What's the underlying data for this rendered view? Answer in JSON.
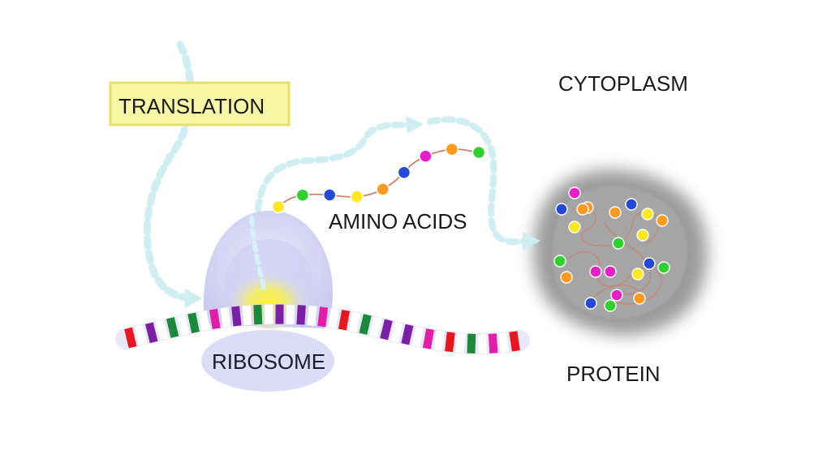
{
  "labels": {
    "translation": "TRANSLATION",
    "cytoplasm": "CYTOPLASM",
    "amino_acids": "AMINO ACIDS",
    "ribosome": "RIBOSOME",
    "protein": "PROTEIN"
  },
  "colors": {
    "label_box_fill": "#f7f7a6",
    "label_box_stroke": "#e6e06a",
    "arrow": "#cfeef2",
    "ribosome": "#dcdcf7",
    "ribosome_glow": "#fff23a",
    "protein_cloud": "#9a9a9a",
    "chain": "#c9826f"
  },
  "mrna_codons": [
    "#e8161f",
    "#ffffff",
    "#7a1fa6",
    "#ffffff",
    "#1a8a3a",
    "#ffffff",
    "#1a8a3a",
    "#ffffff",
    "#e21ea8",
    "#ffffff",
    "#7a1fa6",
    "#ffffff",
    "#1a8a3a",
    "#ffffff",
    "#7a1fa6",
    "#ffffff",
    "#7a1fa6",
    "#ffffff",
    "#e21ea8",
    "#ffffff",
    "#e8161f",
    "#ffffff",
    "#1a8a3a",
    "#ffffff",
    "#7a1fa6",
    "#ffffff",
    "#7a1fa6",
    "#ffffff",
    "#e21ea8",
    "#ffffff",
    "#e8161f",
    "#ffffff",
    "#1a8a3a",
    "#ffffff",
    "#e21ea8",
    "#ffffff",
    "#e8161f"
  ],
  "amino_chain_colors": [
    "#ffe820",
    "#2ed12e",
    "#2448d8",
    "#ffe820",
    "#ff9a1f",
    "#2448d8",
    "#e81ec8",
    "#ff9a1f",
    "#2ed12e"
  ],
  "protein_beads": [
    "#e81ec8",
    "#2448d8",
    "#ff9a1f",
    "#ffe820",
    "#2448d8",
    "#ffe820",
    "#ff9a1f",
    "#ff9a1f",
    "#2ed12e",
    "#ffe820",
    "#2ed12e",
    "#ff9a1f",
    "#e81ec8",
    "#e81ec8",
    "#2448d8",
    "#2ed12e",
    "#ffe820",
    "#e81ec8",
    "#2448d8",
    "#2ed12e",
    "#ff9a1f",
    "#ff9a1f"
  ]
}
